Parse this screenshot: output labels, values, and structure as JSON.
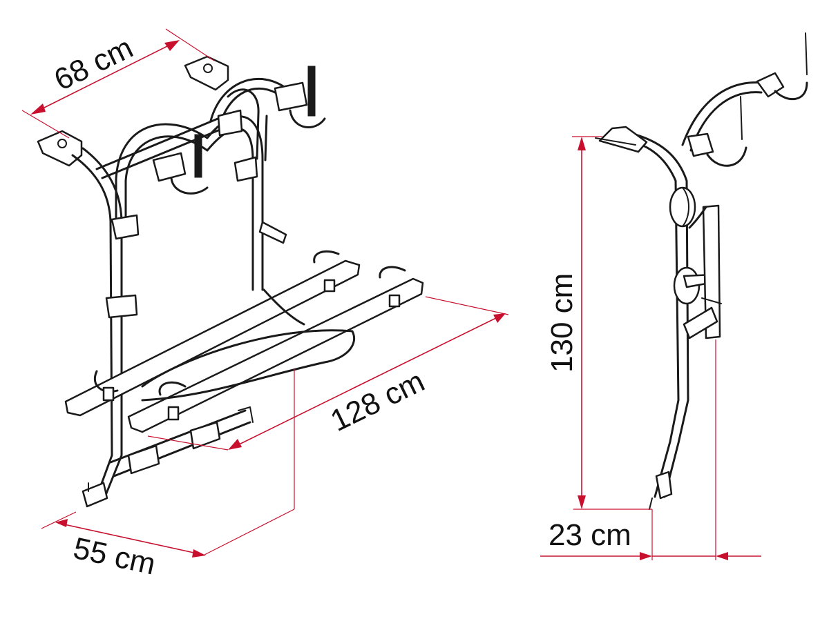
{
  "dimensions": {
    "width_top": "68 cm",
    "length_rails": "128 cm",
    "depth_bottom": "55 cm",
    "height": "130 cm",
    "offset": "23 cm"
  },
  "colors": {
    "dimension_line": "#c8102e",
    "drawing_line": "#1a1a1a",
    "background": "#ffffff"
  }
}
